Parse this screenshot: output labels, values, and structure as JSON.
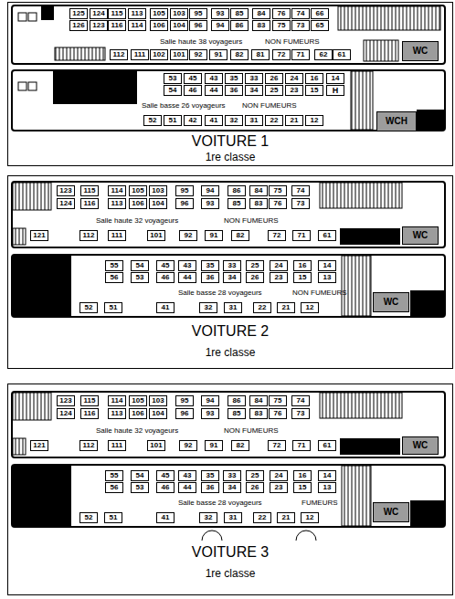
{
  "diagram": {
    "nodes": [
      {
        "text": [
          "VOITURE 1",
          "1re classe"
        ]
      },
      {
        "text": [
          "Salle haute 38 voyageurs",
          "NON FUMEURS"
        ],
        "in": 0
      },
      {
        "text": [
          "125"
        ],
        "in": 1
      },
      {
        "text": [
          "124"
        ],
        "in": 1
      },
      {
        "text": [
          "115"
        ],
        "in": 1
      },
      {
        "text": [
          "113"
        ],
        "in": 1
      },
      {
        "text": [
          "105"
        ],
        "in": 1
      },
      {
        "text": [
          "103"
        ],
        "in": 1
      },
      {
        "text": [
          "95"
        ],
        "in": 1
      },
      {
        "text": [
          "93"
        ],
        "in": 1
      },
      {
        "text": [
          "85"
        ],
        "in": 1
      },
      {
        "text": [
          "84"
        ],
        "in": 1
      },
      {
        "text": [
          "76"
        ],
        "in": 1
      },
      {
        "text": [
          "74"
        ],
        "in": 1
      },
      {
        "text": [
          "66"
        ],
        "in": 1
      },
      {
        "text": [
          "126"
        ],
        "in": 1
      },
      {
        "text": [
          "123"
        ],
        "in": 1
      },
      {
        "text": [
          "116"
        ],
        "in": 1
      },
      {
        "text": [
          "114"
        ],
        "in": 1
      },
      {
        "text": [
          "106"
        ],
        "in": 1
      },
      {
        "text": [
          "104"
        ],
        "in": 1
      },
      {
        "text": [
          "96"
        ],
        "in": 1
      },
      {
        "text": [
          "94"
        ],
        "in": 1
      },
      {
        "text": [
          "86"
        ],
        "in": 1
      },
      {
        "text": [
          "83"
        ],
        "in": 1
      },
      {
        "text": [
          "75"
        ],
        "in": 1
      },
      {
        "text": [
          "73"
        ],
        "in": 1
      },
      {
        "text": [
          "65"
        ],
        "in": 1
      },
      {
        "text": [
          "112"
        ],
        "in": 1
      },
      {
        "text": [
          "111"
        ],
        "in": 1
      },
      {
        "text": [
          "102"
        ],
        "in": 1
      },
      {
        "text": [
          "101"
        ],
        "in": 1
      },
      {
        "text": [
          "92"
        ],
        "in": 1
      },
      {
        "text": [
          "91"
        ],
        "in": 1
      },
      {
        "text": [
          "82"
        ],
        "in": 1
      },
      {
        "text": [
          "81"
        ],
        "in": 1
      },
      {
        "text": [
          "72"
        ],
        "in": 1
      },
      {
        "text": [
          "71"
        ],
        "in": 1
      },
      {
        "text": [
          "62"
        ],
        "in": 1
      },
      {
        "text": [
          "61"
        ],
        "in": 1
      },
      {
        "text": [
          "WC"
        ],
        "in": 1
      },
      {
        "text": [
          "Salle basse 26 voyageurs",
          "NON FUMEURS"
        ],
        "in": 0
      },
      {
        "text": [
          "53"
        ],
        "in": 41
      },
      {
        "text": [
          "45"
        ],
        "in": 41
      },
      {
        "text": [
          "43"
        ],
        "in": 41
      },
      {
        "text": [
          "35"
        ],
        "in": 41
      },
      {
        "text": [
          "33"
        ],
        "in": 41
      },
      {
        "text": [
          "26"
        ],
        "in": 41
      },
      {
        "text": [
          "24"
        ],
        "in": 41
      },
      {
        "text": [
          "16"
        ],
        "in": 41
      },
      {
        "text": [
          "14"
        ],
        "in": 41
      },
      {
        "text": [
          "54"
        ],
        "in": 41
      },
      {
        "text": [
          "46"
        ],
        "in": 41
      },
      {
        "text": [
          "44"
        ],
        "in": 41
      },
      {
        "text": [
          "36"
        ],
        "in": 41
      },
      {
        "text": [
          "34"
        ],
        "in": 41
      },
      {
        "text": [
          "25"
        ],
        "in": 41
      },
      {
        "text": [
          "23"
        ],
        "in": 41
      },
      {
        "text": [
          "15"
        ],
        "in": 41
      },
      {
        "text": [
          "H"
        ],
        "in": 41
      },
      {
        "text": [
          "52"
        ],
        "in": 41
      },
      {
        "text": [
          "51"
        ],
        "in": 41
      },
      {
        "text": [
          "42"
        ],
        "in": 41
      },
      {
        "text": [
          "41"
        ],
        "in": 41
      },
      {
        "text": [
          "32"
        ],
        "in": 41
      },
      {
        "text": [
          "31"
        ],
        "in": 41
      },
      {
        "text": [
          "22"
        ],
        "in": 41
      },
      {
        "text": [
          "21"
        ],
        "in": 41
      },
      {
        "text": [
          "12"
        ],
        "in": 41
      },
      {
        "text": [
          "WCH"
        ],
        "in": 41
      },
      {
        "text": [
          "VOITURE 2",
          "1re classe"
        ]
      },
      {
        "text": [
          "Salle haute 32 voyageurs",
          "NON FUMEURS"
        ],
        "in": 70
      },
      {
        "text": [
          "123"
        ],
        "in": 71
      },
      {
        "text": [
          "115"
        ],
        "in": 71
      },
      {
        "text": [
          "114"
        ],
        "in": 71
      },
      {
        "text": [
          "105"
        ],
        "in": 71
      },
      {
        "text": [
          "103"
        ],
        "in": 71
      },
      {
        "text": [
          "95"
        ],
        "in": 71
      },
      {
        "text": [
          "94"
        ],
        "in": 71
      },
      {
        "text": [
          "86"
        ],
        "in": 71
      },
      {
        "text": [
          "84"
        ],
        "in": 71
      },
      {
        "text": [
          "75"
        ],
        "in": 71
      },
      {
        "text": [
          "74"
        ],
        "in": 71
      },
      {
        "text": [
          "124"
        ],
        "in": 71
      },
      {
        "text": [
          "116"
        ],
        "in": 71
      },
      {
        "text": [
          "113"
        ],
        "in": 71
      },
      {
        "text": [
          "106"
        ],
        "in": 71
      },
      {
        "text": [
          "104"
        ],
        "in": 71
      },
      {
        "text": [
          "96"
        ],
        "in": 71
      },
      {
        "text": [
          "93"
        ],
        "in": 71
      },
      {
        "text": [
          "85"
        ],
        "in": 71
      },
      {
        "text": [
          "83"
        ],
        "in": 71
      },
      {
        "text": [
          "76"
        ],
        "in": 71
      },
      {
        "text": [
          "73"
        ],
        "in": 71
      },
      {
        "text": [
          "121"
        ],
        "in": 71
      },
      {
        "text": [
          "112"
        ],
        "in": 71
      },
      {
        "text": [
          "111"
        ],
        "in": 71
      },
      {
        "text": [
          "101"
        ],
        "in": 71
      },
      {
        "text": [
          "92"
        ],
        "in": 71
      },
      {
        "text": [
          "91"
        ],
        "in": 71
      },
      {
        "text": [
          "82"
        ],
        "in": 71
      },
      {
        "text": [
          "72"
        ],
        "in": 71
      },
      {
        "text": [
          "71"
        ],
        "in": 71
      },
      {
        "text": [
          "61"
        ],
        "in": 71
      },
      {
        "text": [
          "WC"
        ],
        "in": 71
      },
      {
        "text": [
          "Salle basse 28 voyageurs",
          "NON FUMEURS"
        ],
        "in": 70
      },
      {
        "text": [
          "55"
        ],
        "in": 105
      },
      {
        "text": [
          "54"
        ],
        "in": 105
      },
      {
        "text": [
          "45"
        ],
        "in": 105
      },
      {
        "text": [
          "43"
        ],
        "in": 105
      },
      {
        "text": [
          "35"
        ],
        "in": 105
      },
      {
        "text": [
          "33"
        ],
        "in": 105
      },
      {
        "text": [
          "25"
        ],
        "in": 105
      },
      {
        "text": [
          "24"
        ],
        "in": 105
      },
      {
        "text": [
          "16"
        ],
        "in": 105
      },
      {
        "text": [
          "14"
        ],
        "in": 105
      },
      {
        "text": [
          "56"
        ],
        "in": 105
      },
      {
        "text": [
          "53"
        ],
        "in": 105
      },
      {
        "text": [
          "46"
        ],
        "in": 105
      },
      {
        "text": [
          "44"
        ],
        "in": 105
      },
      {
        "text": [
          "36"
        ],
        "in": 105
      },
      {
        "text": [
          "34"
        ],
        "in": 105
      },
      {
        "text": [
          "26"
        ],
        "in": 105
      },
      {
        "text": [
          "23"
        ],
        "in": 105
      },
      {
        "text": [
          "15"
        ],
        "in": 105
      },
      {
        "text": [
          "13"
        ],
        "in": 105
      },
      {
        "text": [
          "52"
        ],
        "in": 105
      },
      {
        "text": [
          "51"
        ],
        "in": 105
      },
      {
        "text": [
          "41"
        ],
        "in": 105
      },
      {
        "text": [
          "32"
        ],
        "in": 105
      },
      {
        "text": [
          "31"
        ],
        "in": 105
      },
      {
        "text": [
          "22"
        ],
        "in": 105
      },
      {
        "text": [
          "21"
        ],
        "in": 105
      },
      {
        "text": [
          "12"
        ],
        "in": 105
      },
      {
        "text": [
          "WC"
        ],
        "in": 105
      },
      {
        "text": [
          "VOITURE 3",
          "1re classe"
        ]
      },
      {
        "text": [
          "Salle haute 32 voyageurs",
          "NON FUMEURS"
        ],
        "in": 135
      },
      {
        "text": [
          "123"
        ],
        "in": 136
      },
      {
        "text": [
          "115"
        ],
        "in": 136
      },
      {
        "text": [
          "114"
        ],
        "in": 136
      },
      {
        "text": [
          "105"
        ],
        "in": 136
      },
      {
        "text": [
          "103"
        ],
        "in": 136
      },
      {
        "text": [
          "95"
        ],
        "in": 136
      },
      {
        "text": [
          "94"
        ],
        "in": 136
      },
      {
        "text": [
          "86"
        ],
        "in": 136
      },
      {
        "text": [
          "84"
        ],
        "in": 136
      },
      {
        "text": [
          "75"
        ],
        "in": 136
      },
      {
        "text": [
          "74"
        ],
        "in": 136
      },
      {
        "text": [
          "124"
        ],
        "in": 136
      },
      {
        "text": [
          "116"
        ],
        "in": 136
      },
      {
        "text": [
          "113"
        ],
        "in": 136
      },
      {
        "text": [
          "106"
        ],
        "in": 136
      },
      {
        "text": [
          "104"
        ],
        "in": 136
      },
      {
        "text": [
          "96"
        ],
        "in": 136
      },
      {
        "text": [
          "93"
        ],
        "in": 136
      },
      {
        "text": [
          "85"
        ],
        "in": 136
      },
      {
        "text": [
          "83"
        ],
        "in": 136
      },
      {
        "text": [
          "76"
        ],
        "in": 136
      },
      {
        "text": [
          "73"
        ],
        "in": 136
      },
      {
        "text": [
          "121"
        ],
        "in": 136
      },
      {
        "text": [
          "112"
        ],
        "in": 136
      },
      {
        "text": [
          "111"
        ],
        "in": 136
      },
      {
        "text": [
          "101"
        ],
        "in": 136
      },
      {
        "text": [
          "92"
        ],
        "in": 136
      },
      {
        "text": [
          "91"
        ],
        "in": 136
      },
      {
        "text": [
          "82"
        ],
        "in": 136
      },
      {
        "text": [
          "72"
        ],
        "in": 136
      },
      {
        "text": [
          "71"
        ],
        "in": 136
      },
      {
        "text": [
          "61"
        ],
        "in": 136
      },
      {
        "text": [
          "WC"
        ],
        "in": 136
      },
      {
        "text": [
          "Salle basse 28 voyageurs",
          "FUMEURS"
        ],
        "in": 135
      },
      {
        "text": [
          "55"
        ],
        "in": 170
      },
      {
        "text": [
          "54"
        ],
        "in": 170
      },
      {
        "text": [
          "45"
        ],
        "in": 170
      },
      {
        "text": [
          "43"
        ],
        "in": 170
      },
      {
        "text": [
          "35"
        ],
        "in": 170
      },
      {
        "text": [
          "33"
        ],
        "in": 170
      },
      {
        "text": [
          "25"
        ],
        "in": 170
      },
      {
        "text": [
          "24"
        ],
        "in": 170
      },
      {
        "text": [
          "16"
        ],
        "in": 170
      },
      {
        "text": [
          "14"
        ],
        "in": 170
      },
      {
        "text": [
          "56"
        ],
        "in": 170
      },
      {
        "text": [
          "53"
        ],
        "in": 170
      },
      {
        "text": [
          "46"
        ],
        "in": 170
      },
      {
        "text": [
          "44"
        ],
        "in": 170
      },
      {
        "text": [
          "36"
        ],
        "in": 170
      },
      {
        "text": [
          "34"
        ],
        "in": 170
      },
      {
        "text": [
          "26"
        ],
        "in": 170
      },
      {
        "text": [
          "23"
        ],
        "in": 170
      },
      {
        "text": [
          "15"
        ],
        "in": 170
      },
      {
        "text": [
          "13"
        ],
        "in": 170
      },
      {
        "text": [
          "52"
        ],
        "in": 170
      },
      {
        "text": [
          "51"
        ],
        "in": 170
      },
      {
        "text": [
          "41"
        ],
        "in": 170
      },
      {
        "text": [
          "32"
        ],
        "in": 170
      },
      {
        "text": [
          "31"
        ],
        "in": 170
      },
      {
        "text": [
          "22"
        ],
        "in": 170
      },
      {
        "text": [
          "21"
        ],
        "in": 170
      },
      {
        "text": [
          "12"
        ],
        "in": 170
      },
      {
        "text": [
          "WC"
        ],
        "in": 170
      }
    ]
  }
}
